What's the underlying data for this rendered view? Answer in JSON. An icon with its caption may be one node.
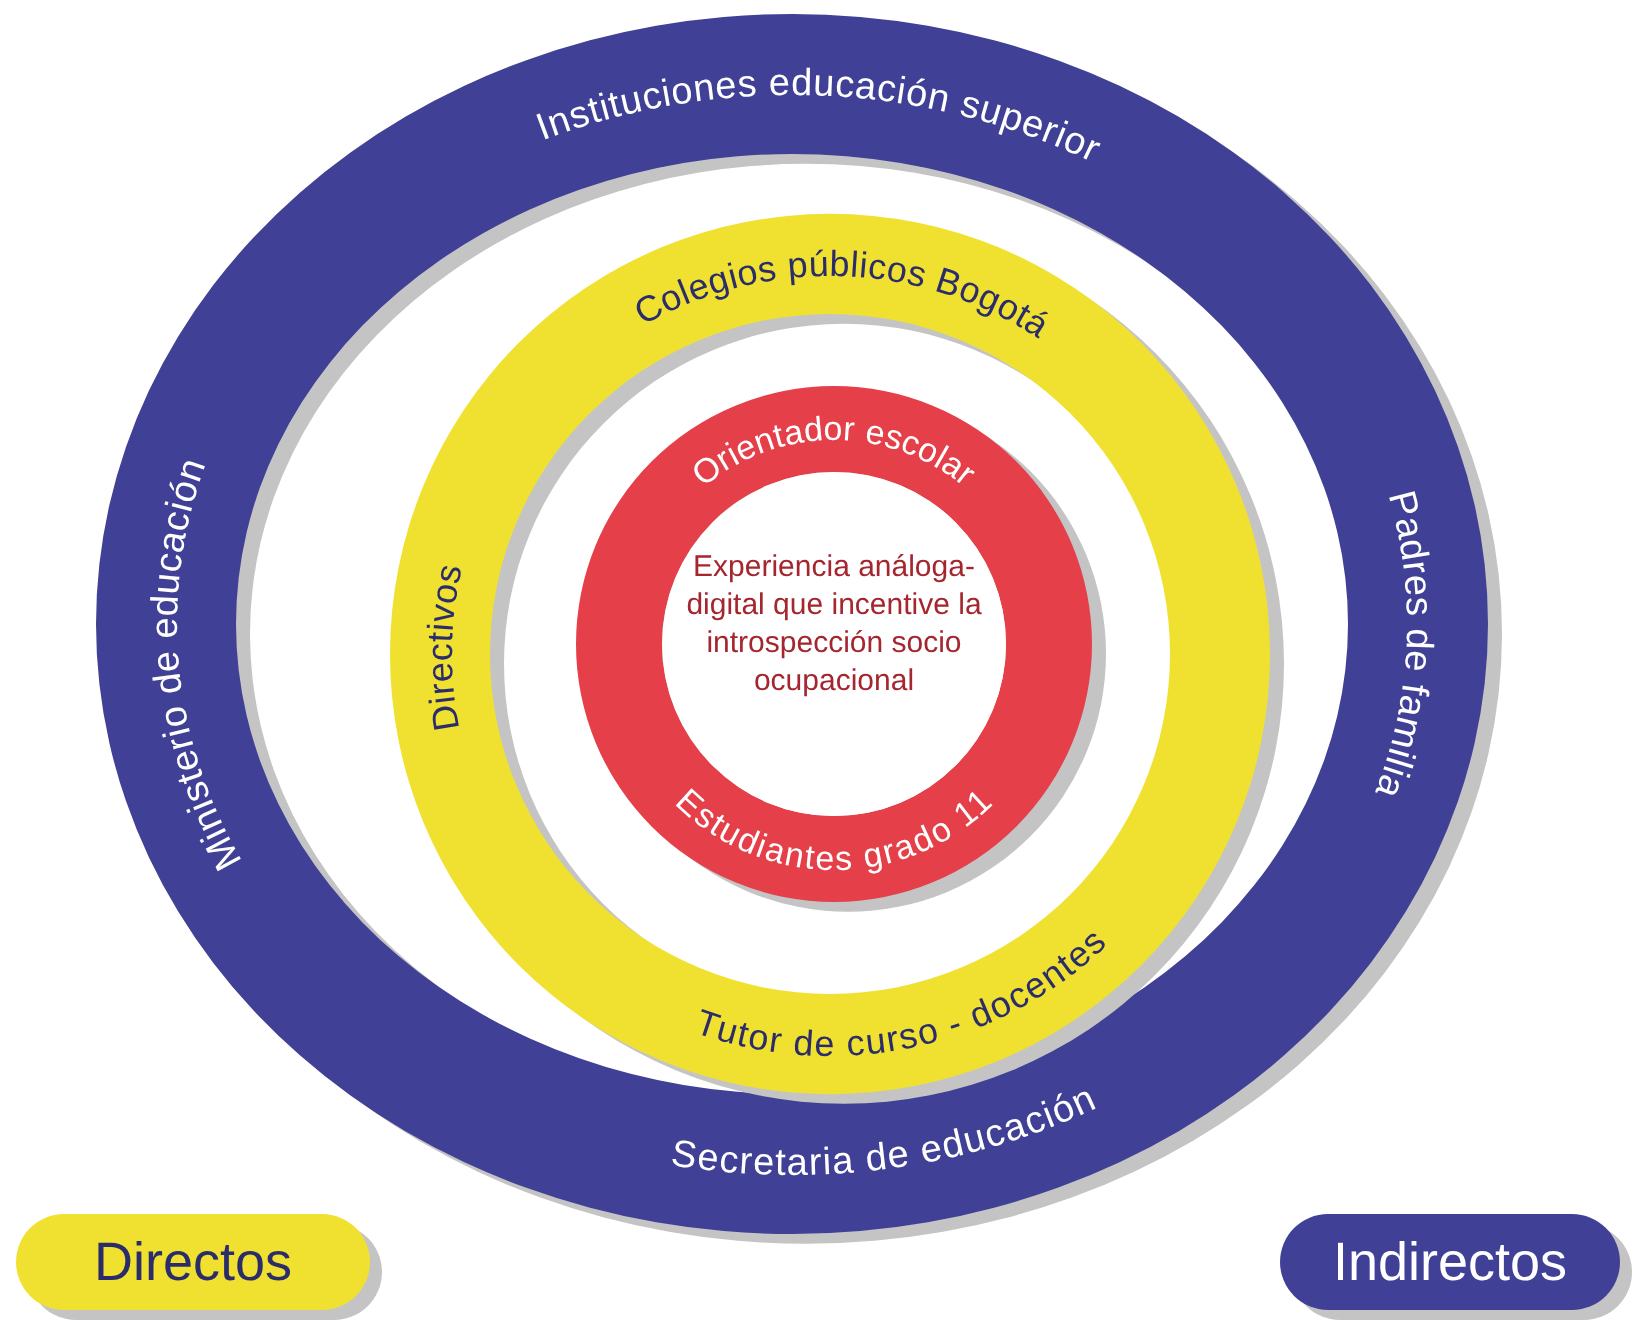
{
  "diagram": {
    "nodes": [
      {
        "text": [
          "Instituciones educación superior",
          "Padres de familia",
          "Secretaria de educación",
          "Ministerio de educación"
        ]
      },
      {
        "text": [
          "Colegios públicos Bogotá",
          "Directivos",
          "Tutor de curso - docentes"
        ],
        "in": 0
      },
      {
        "text": [
          "Orientador escolar",
          "Estudiantes grado 11"
        ],
        "in": 1
      },
      {
        "text": [
          "Experiencia análoga-digital que incentive la introspección socio ocupacional"
        ],
        "in": 2
      }
    ],
    "legend": [
      {
        "text": "Directos",
        "color": "#f0e130"
      },
      {
        "text": "Indirectos",
        "color": "#3f4096"
      }
    ]
  }
}
